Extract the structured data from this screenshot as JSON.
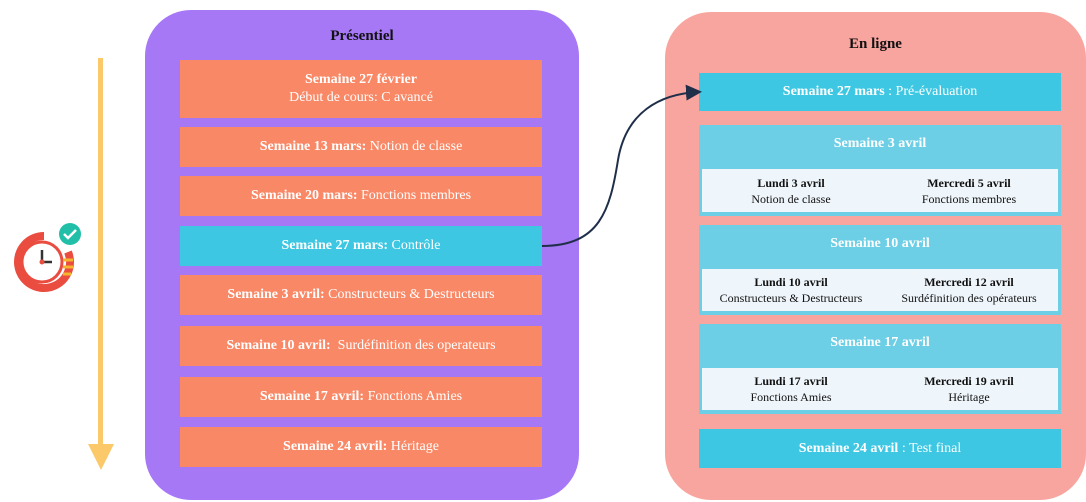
{
  "colors": {
    "presentiel_panel": "#a678f6",
    "enligne_panel": "#f9a59f",
    "session_bar": "#f98866",
    "highlight_bar": "#3ec7e2",
    "week_block": "#6dcfe6",
    "timeline_arrow": "#fbc96a"
  },
  "icons": {
    "timeline": "down-arrow-icon",
    "clock": "clock-check-icon"
  },
  "presentiel": {
    "title": "Présentiel",
    "items": [
      {
        "week": "Semaine 27 février",
        "topic": "Début de cours: C avancé"
      },
      {
        "week": "Semaine 13 mars:",
        "topic": " Notion de classe"
      },
      {
        "week": "Semaine 20 mars:",
        "topic": " Fonctions membres"
      },
      {
        "week": "Semaine 27 mars:",
        "topic": " Contrôle"
      },
      {
        "week": "Semaine 3 avril:",
        "topic": " Constructeurs & Destructeurs"
      },
      {
        "week": "Semaine 10 avril:",
        "topic": "  Surdéfinition des operateurs"
      },
      {
        "week": "Semaine 17 avril:",
        "topic": " Fonctions Amies"
      },
      {
        "week": "Semaine 24 avril:",
        "topic": " Héritage"
      }
    ]
  },
  "enligne": {
    "title": "En ligne",
    "pre_eval": {
      "week": "Semaine 27 mars",
      "topic": " : Pré-évaluation"
    },
    "weeks": [
      {
        "title": "Semaine 3 avril",
        "days": [
          {
            "day": "Lundi 3 avril",
            "topic": "Notion de classe"
          },
          {
            "day": "Mercredi 5 avril",
            "topic": "Fonctions membres"
          }
        ]
      },
      {
        "title": "Semaine 10 avril",
        "days": [
          {
            "day": "Lundi 10 avril",
            "topic": "Constructeurs & Destructeurs"
          },
          {
            "day": "Mercredi 12 avril",
            "topic": "Surdéfinition des opérateurs"
          }
        ]
      },
      {
        "title": "Semaine 17 avril",
        "days": [
          {
            "day": "Lundi 17 avril",
            "topic": "Fonctions Amies"
          },
          {
            "day": "Mercredi 19 avril",
            "topic": "Héritage"
          }
        ]
      }
    ],
    "final": {
      "week": "Semaine 24 avril",
      "topic": " : Test final"
    }
  }
}
